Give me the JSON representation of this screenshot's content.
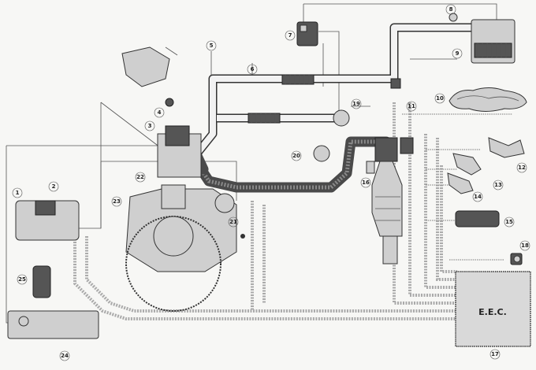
{
  "ecu": {
    "label": "E.E.C."
  },
  "callouts": [
    "1",
    "2",
    "3",
    "4",
    "5",
    "6",
    "7",
    "8",
    "9",
    "10",
    "11",
    "12",
    "13",
    "14",
    "15",
    "16",
    "17",
    "18",
    "19",
    "20",
    "21",
    "22",
    "23",
    "24",
    "25"
  ]
}
